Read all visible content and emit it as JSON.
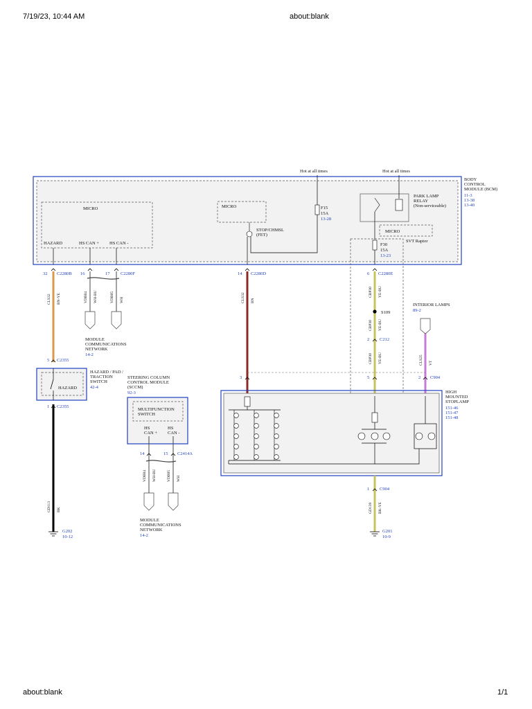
{
  "browser": {
    "timestamp": "7/19/23, 10:44 AM",
    "title": "about:blank",
    "footer_url": "about:blank",
    "page_count": "1/1"
  },
  "diagram": {
    "hot1": "Hot at all times",
    "hot2": "Hot at all times",
    "bcm": [
      "BODY",
      "CONTROL",
      "MODULE (BCM)"
    ],
    "bcm_refs": [
      "11-3",
      "13-38",
      "13-40"
    ],
    "micro1": "MICRO",
    "micro2": "MICRO",
    "micro3": "MICRO",
    "hazard_pin": "HAZARD",
    "hs_can_plus": "HS CAN +",
    "hs_can_minus": "HS CAN -",
    "f15": [
      "F15",
      "15A"
    ],
    "f15_ref": "13-28",
    "stop_chmsl": [
      "STOP/CHMSL",
      "(FET)"
    ],
    "park_lamp_relay": [
      "PARK LAMP",
      "RELAY",
      "(Non-serviceable)"
    ],
    "svt_raptor": "SVT Raptor",
    "f30": [
      "F30",
      "15A"
    ],
    "f30_ref": "13-23",
    "pins_top": [
      "32",
      "16",
      "17",
      "14",
      "6"
    ],
    "conn_c2280b": "C2280B",
    "conn_c2280f": "C2280F",
    "conn_c2280d": "C2280D",
    "conn_c2280e": "C2280E",
    "wire_cls32": [
      "CLS32",
      "BN-YE"
    ],
    "wire_vdb04": [
      "VDB04",
      "WH-BU"
    ],
    "wire_vdb05": [
      "VDB05",
      "WH"
    ],
    "wire_cls32_bn": [
      "CLS32",
      "BN"
    ],
    "wire_cbp30_top": [
      "CBP30",
      "YE-BU"
    ],
    "wire_cbp30_mid": [
      "CBP30",
      "YE-BU"
    ],
    "wire_cbp30_low": [
      "CBP30",
      "YE-BU"
    ],
    "splice_s109": "S109",
    "mcn1": [
      "MODULE",
      "COMMUNICATIONS",
      "NETWORK"
    ],
    "mcn1_ref": "14-2",
    "interior_lamps": "INTERIOR LAMPS",
    "interior_ref": "89-2",
    "wire_cls25": [
      "CLS25",
      "VT"
    ],
    "c212_pin": "2",
    "c212": "C212",
    "pin_5": "5",
    "c2355_top": "C2355",
    "hazard_switch": [
      "HAZARD / PAD /",
      "TRACTION",
      "SWITCH"
    ],
    "hazard_ref": "42-4",
    "hazard_inner": "HAZARD",
    "pin_1": "1",
    "c2355_bot": "C2355",
    "sccm": [
      "STEERING COLUMN",
      "CONTROL MODULE",
      "(SCCM)"
    ],
    "sccm_ref": "92-3",
    "multifunction": [
      "MULTIFUNCTION",
      "SWITCH"
    ],
    "sccm_can": [
      "HS",
      "CAN +",
      "HS",
      "CAN -"
    ],
    "pins_c2414a": [
      "14",
      "15"
    ],
    "c2414a": "C2414A",
    "wire_vdb04b": [
      "VDB04",
      "WH-BU"
    ],
    "wire_vdb05b": [
      "VDB05",
      "WH"
    ],
    "mcn2": [
      "MODULE",
      "COMMUNICATIONS",
      "NETWORK"
    ],
    "mcn2_ref": "14-2",
    "pin_3": "3",
    "pin_5b": "5",
    "pin_2b": "2",
    "c904_top": "C904",
    "hmsl": [
      "HIGH",
      "MOUNTED",
      "STOPLAMP"
    ],
    "hmsl_refs": [
      "151-46",
      "151-47",
      "151-48"
    ],
    "pin_1b": "1",
    "c904_bot": "C904",
    "wire_gd113": [
      "GD113",
      "BK"
    ],
    "g202": "G202",
    "g202_ref": "10-12",
    "wire_gd139": [
      "GD139",
      "BK-YE"
    ],
    "g201": "G201",
    "g201_ref": "10-9",
    "colors": {
      "module_border": "#1f3fbf",
      "wire_bn_ye": "#d89a48",
      "wire_bn": "#8b2a22",
      "wire_ye_bu": "#c7c25a",
      "wire_vt": "#c77dd8",
      "wire_bk": "#000000",
      "ref_text": "#1f3fbf"
    }
  }
}
